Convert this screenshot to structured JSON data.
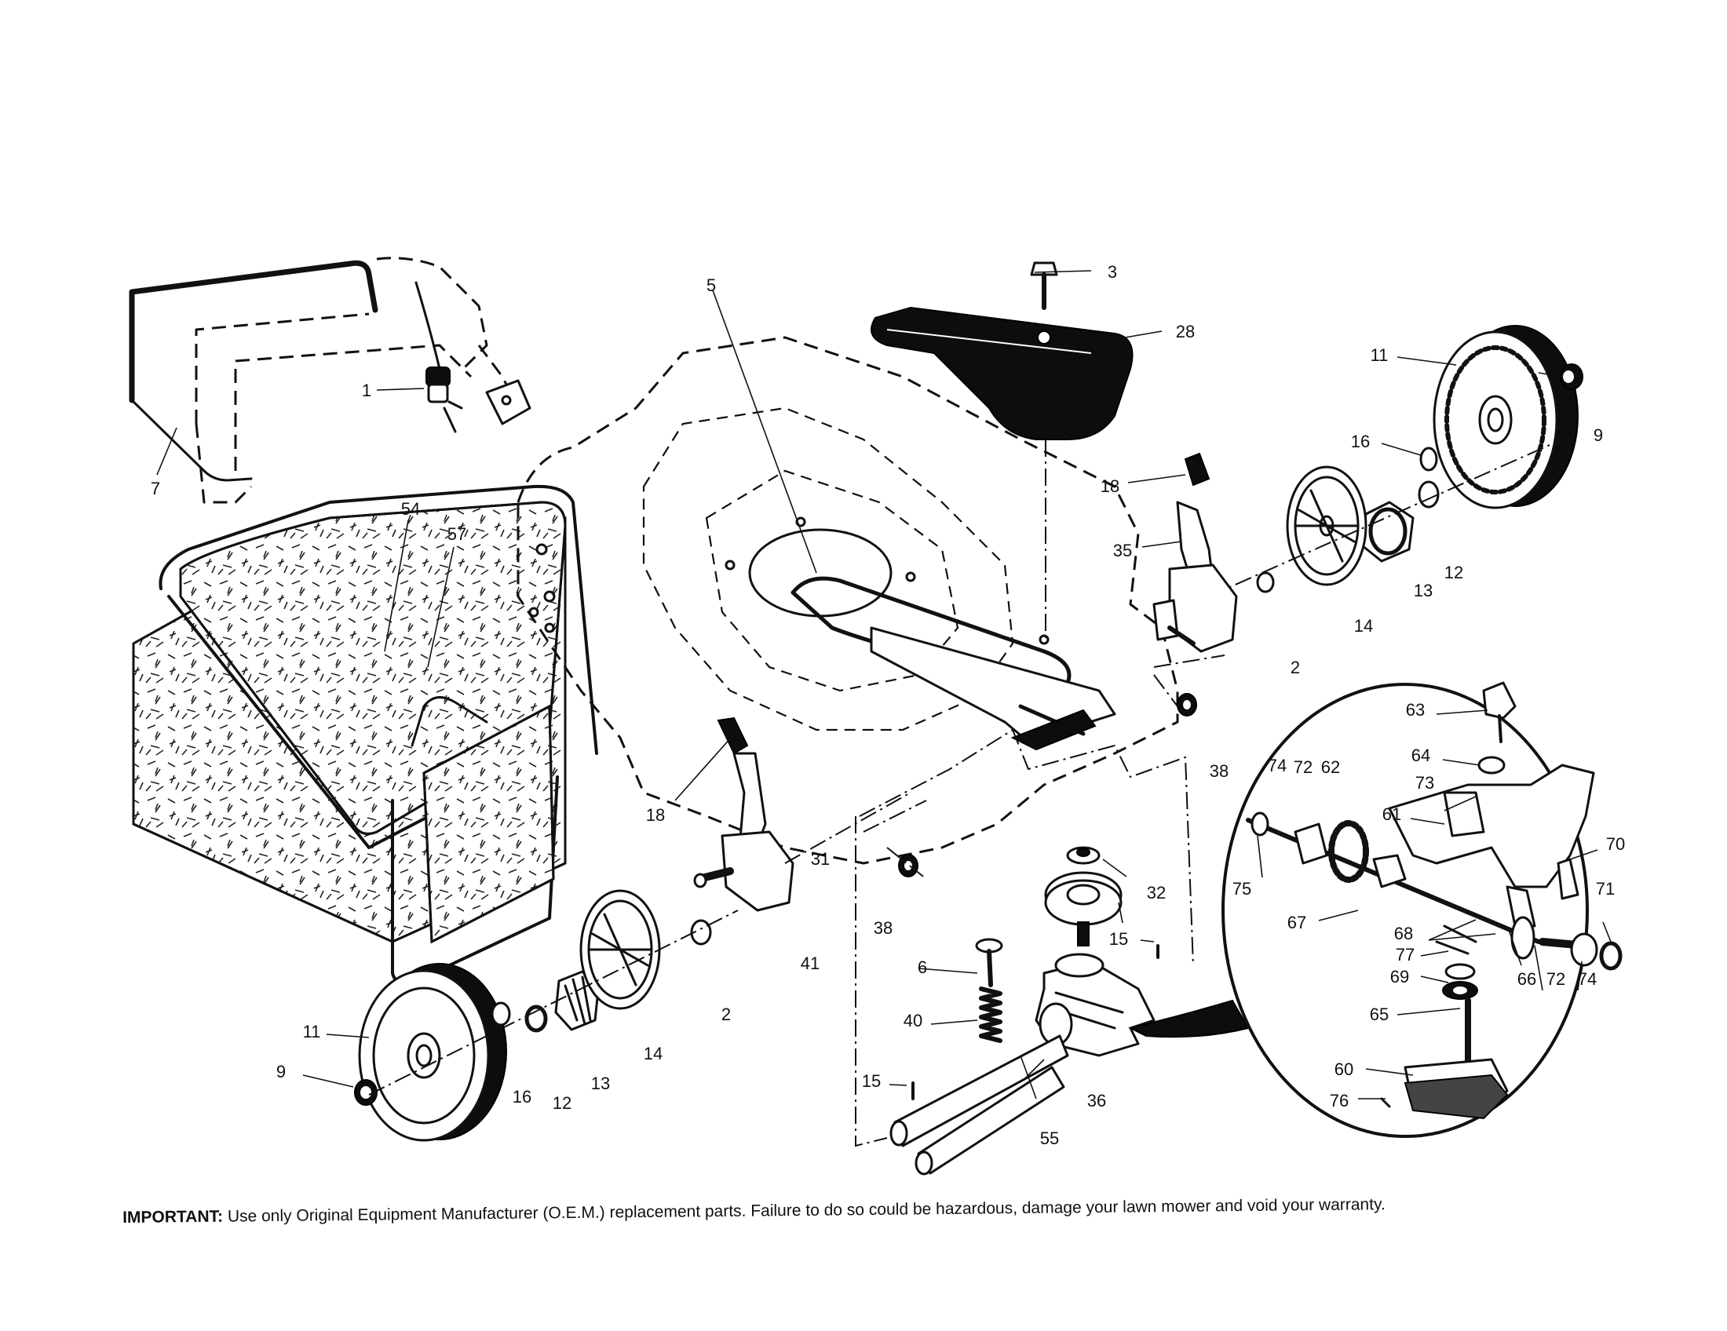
{
  "labels": {
    "p1": "1",
    "p2a": "2",
    "p2b": "2",
    "p3": "3",
    "p5": "5",
    "p6": "6",
    "p7": "7",
    "p9a": "9",
    "p9b": "9",
    "p11a": "11",
    "p11b": "11",
    "p12a": "12",
    "p12b": "12",
    "p13a": "13",
    "p13b": "13",
    "p14a": "14",
    "p14b": "14",
    "p15a": "15",
    "p15b": "15",
    "p16a": "16",
    "p16b": "16",
    "p18a": "18",
    "p18b": "18",
    "p28": "28",
    "p31": "31",
    "p32": "32",
    "p35": "35",
    "p36": "36",
    "p38a": "38",
    "p38b": "38",
    "p40": "40",
    "p41": "41",
    "p54": "54",
    "p55": "55",
    "p57": "57",
    "d60": "60",
    "d61": "61",
    "d62": "62",
    "d63": "63",
    "d64": "64",
    "d65": "65",
    "d66": "66",
    "d67": "67",
    "d68": "68",
    "d69": "69",
    "d70": "70",
    "d71": "71",
    "d72a": "72",
    "d72b": "72",
    "d73": "73",
    "d74a": "74",
    "d74b": "74",
    "d75": "75",
    "d76": "76",
    "d77": "77"
  },
  "footer": {
    "important_label": "IMPORTANT:",
    "important_text": " Use only Original Equipment Manufacturer (O.E.M.) replacement parts.  Failure to do so could be hazardous, damage your lawn mower and void your warranty."
  }
}
